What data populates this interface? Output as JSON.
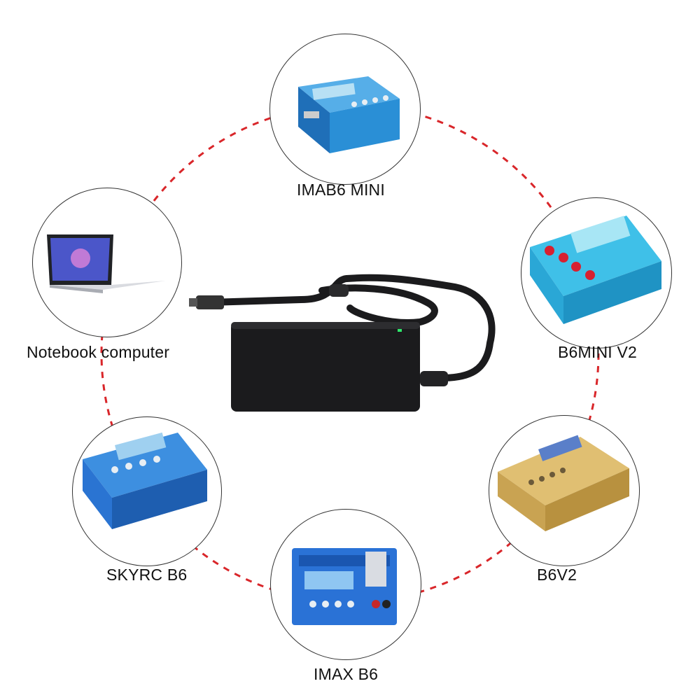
{
  "devices": {
    "top": {
      "label": "IMAB6 MINI",
      "icon": "imab6-mini-charger-icon",
      "color": "#2a8fd6"
    },
    "right_upper": {
      "label": "B6MINI V2",
      "icon": "b6mini-v2-charger-icon",
      "color": "#35b7e0"
    },
    "right_lower": {
      "label": "B6V2",
      "icon": "b6v2-charger-icon",
      "color": "#d9b35f"
    },
    "bottom": {
      "label": "IMAX B6",
      "icon": "imax-b6-charger-icon",
      "color": "#2a72d6"
    },
    "left_lower": {
      "label": "SKYRC B6",
      "icon": "skyrc-b6-charger-icon",
      "color": "#2a74d2"
    },
    "left_upper": {
      "label": "Notebook computer",
      "icon": "laptop-icon",
      "color": "#c9ccd2"
    }
  },
  "adapter": {
    "icon": "power-adapter-icon",
    "led_color": "#2ee86a",
    "body_color": "#1b1b1d"
  },
  "ring_color": "#d9262a"
}
